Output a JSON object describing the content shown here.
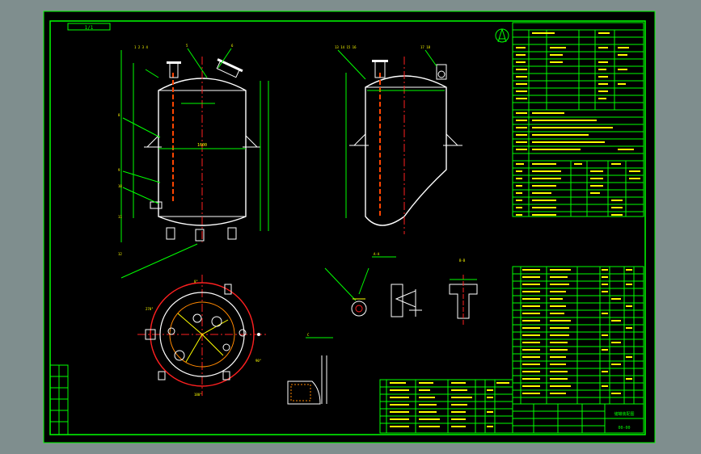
{
  "drawing": {
    "corner_tag": "1/1",
    "title_block_name": "储罐装配图",
    "title_block_code": "00-00"
  },
  "colors": {
    "background": "#000000",
    "frame_bg": "#7f8e8e",
    "line": "#00ff00",
    "outline": "#ffffff",
    "hidden": "#ff0000",
    "center": "#ff2020",
    "text_small": "#ffff00"
  }
}
